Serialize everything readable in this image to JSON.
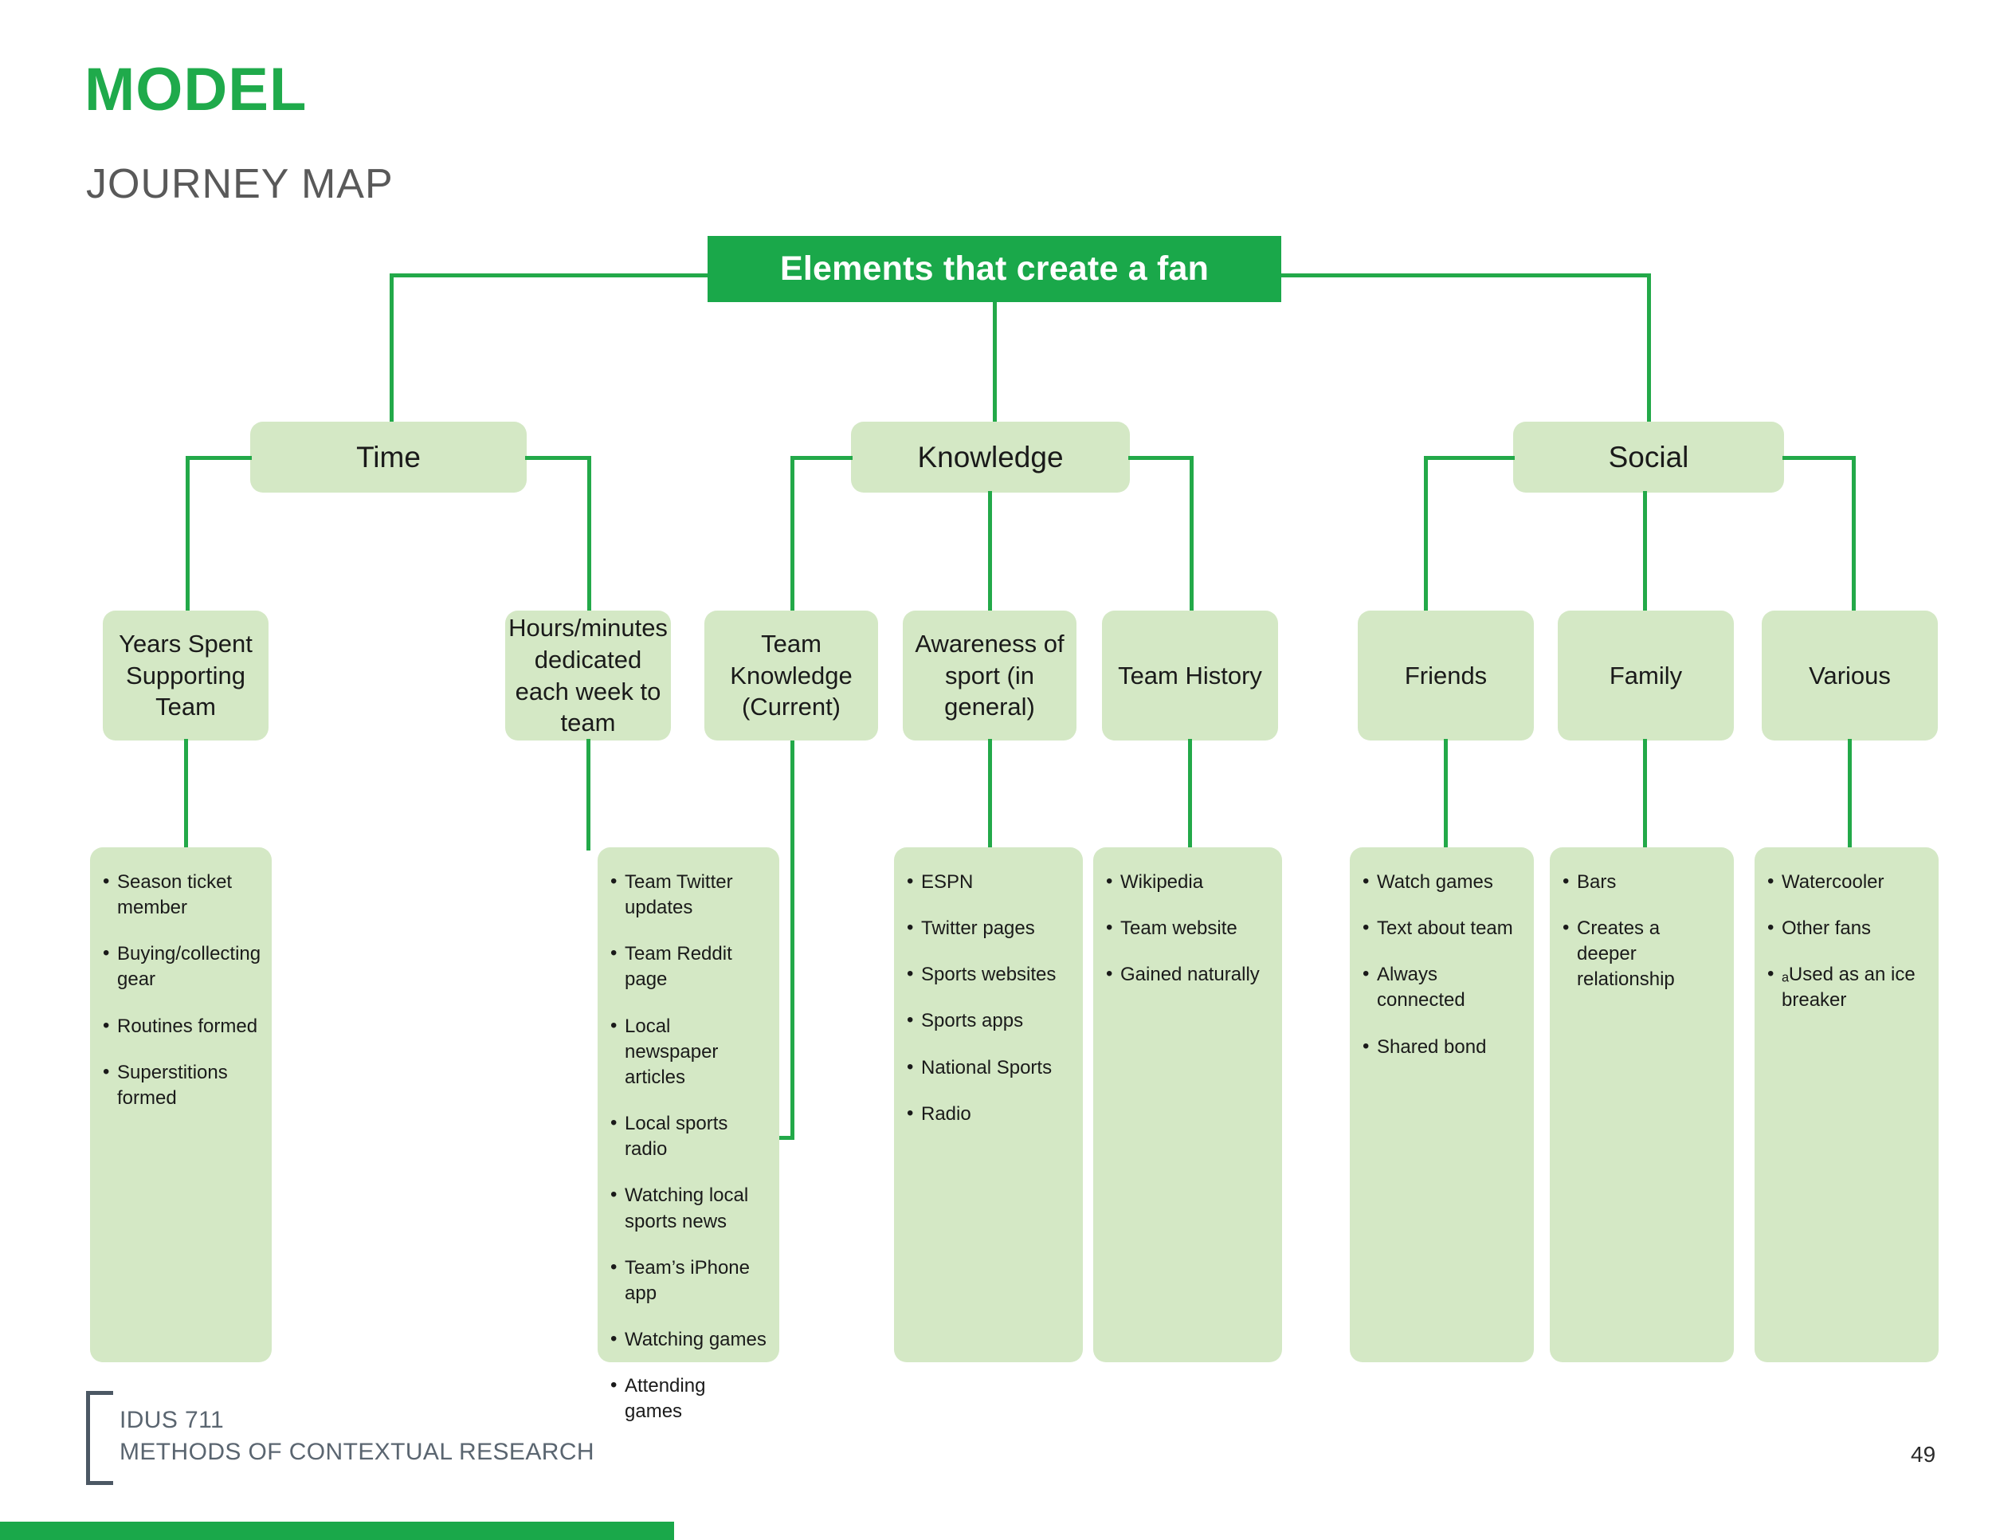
{
  "slide": {
    "title": "MODEL",
    "subtitle": "JOURNEY MAP",
    "page_number": "49",
    "accent_color": "#1aa84a",
    "node_fill_color": "#d4e8c5",
    "line_color": "#23a949"
  },
  "footer": {
    "course_code": "IDUS 711",
    "course_name": "METHODS OF CONTEXTUAL RESEARCH"
  },
  "diagram": {
    "type": "tree",
    "root": {
      "label": "Elements that create a fan"
    },
    "branches": [
      {
        "label": "Time",
        "children": [
          {
            "label": "Years Spent Supporting Team",
            "items": [
              "Season ticket member",
              "Buying/collecting gear",
              "Routines formed",
              "Superstitions formed"
            ]
          },
          {
            "label": "Hours/minutes dedicated each week to team",
            "items": [
              "Team Twitter updates",
              "Team Reddit page",
              "Local newspaper articles",
              "Local sports radio",
              "Watching local sports news",
              "Team’s iPhone app",
              "Watching games",
              "Attending games"
            ]
          }
        ]
      },
      {
        "label": "Knowledge",
        "children": [
          {
            "label": "Team Knowledge (Current)",
            "items": []
          },
          {
            "label": "Awareness of sport (in general)",
            "items": [
              "ESPN",
              "Twitter pages",
              "Sports websites",
              "Sports apps",
              "National Sports",
              "Radio"
            ]
          },
          {
            "label": "Team History",
            "items": [
              "Wikipedia",
              "Team website",
              "Gained naturally"
            ]
          }
        ]
      },
      {
        "label": "Social",
        "children": [
          {
            "label": "Friends",
            "items": [
              "Watch games",
              "Text about team",
              "Always connected",
              "Shared bond"
            ]
          },
          {
            "label": "Family",
            "items": [
              "Bars",
              "Creates a deeper relationship"
            ]
          },
          {
            "label": "Various",
            "items": [
              "Watercooler",
              "Other fans",
              "ₐUsed as an ice breaker"
            ]
          }
        ]
      }
    ]
  }
}
